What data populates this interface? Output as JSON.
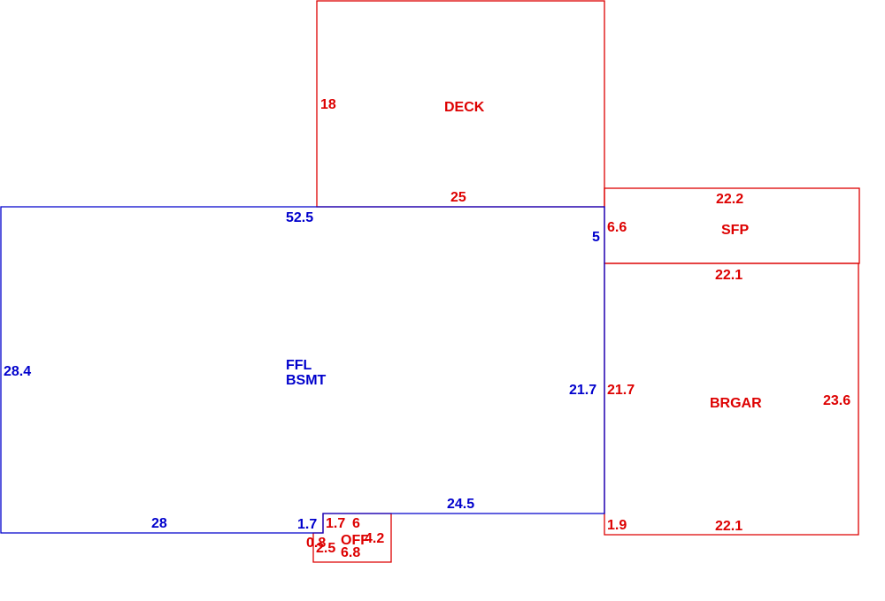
{
  "colors": {
    "main_area": "#0000cc",
    "additions": "#dd0000",
    "background": "#ffffff"
  },
  "main": {
    "label_line1": "FFL",
    "label_line2": "BSMT",
    "dims": {
      "top": "52.5",
      "left": "28.4",
      "bottom_left": "28",
      "step": "1.7",
      "bottom_right": "24.5",
      "right_lower": "21.7",
      "right_upper": "5"
    }
  },
  "deck": {
    "label": "DECK",
    "dims": {
      "left": "18",
      "bottom": "25"
    }
  },
  "sfp": {
    "label": "SFP",
    "dims": {
      "top": "22.2",
      "left": "6.6",
      "bottom": "22.1"
    }
  },
  "brgar": {
    "label": "BRGAR",
    "dims": {
      "left": "21.7",
      "right": "23.6",
      "bottom": "22.1",
      "step": "1.9"
    }
  },
  "off": {
    "label": "OFF",
    "dims": {
      "top_a": "1.7",
      "top_b": "6",
      "right": "4.2",
      "left": "0.8",
      "left_b": "2.5",
      "bottom": "6.8"
    }
  }
}
